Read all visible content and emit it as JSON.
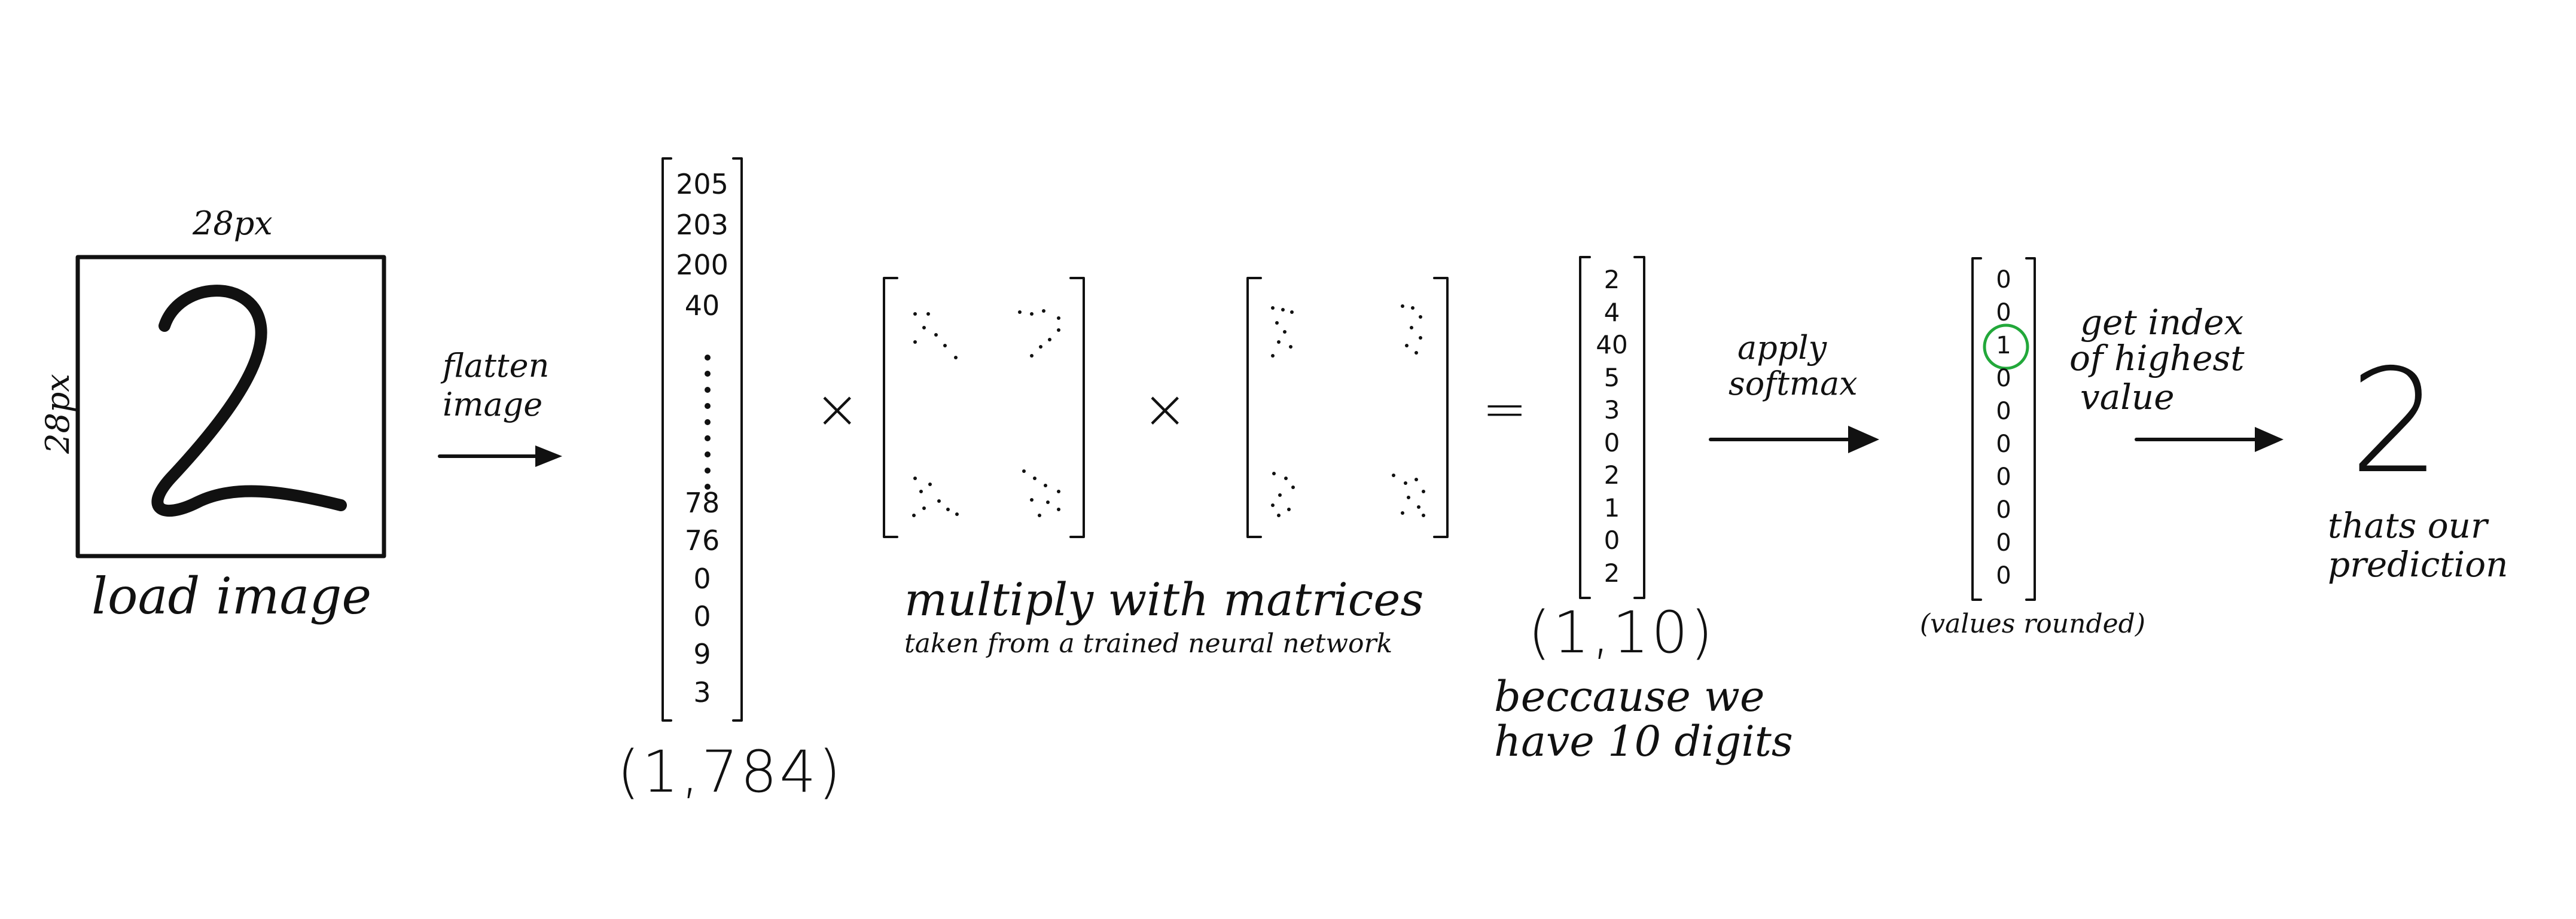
{
  "image": {
    "width_label": "28px",
    "height_label": "28px",
    "digit": "2",
    "caption": "load image"
  },
  "flatten": {
    "label_line1": "flatten",
    "label_line2": "image"
  },
  "input_vector": {
    "top_values": [
      "205",
      "203",
      "200",
      "40"
    ],
    "bottom_values": [
      "78",
      "76",
      "0",
      "0",
      "9",
      "3"
    ],
    "shape": "(1,784)"
  },
  "operators": {
    "times_1": "×",
    "times_2": "×",
    "equals": "="
  },
  "matrices": {
    "caption": "multiply with matrices",
    "subcaption": "taken from a trained neural network"
  },
  "logits": {
    "values": [
      "2",
      "4",
      "40",
      "5",
      "3",
      "0",
      "2",
      "1",
      "0",
      "2"
    ],
    "shape": "(1,10)",
    "note_line1": "beccause we",
    "note_line2": "have 10 digits"
  },
  "softmax": {
    "label_line1": "apply",
    "label_line2": "softmax"
  },
  "probabilities": {
    "values": [
      "0",
      "0",
      "1",
      "0",
      "0",
      "0",
      "0",
      "0",
      "0",
      "0"
    ],
    "highlight_index": 2,
    "highlight_color": "#22a83a",
    "note": "(values rounded)"
  },
  "argmax": {
    "label_line1": "get index",
    "label_line2": "of highest",
    "label_line3": "value"
  },
  "prediction": {
    "digit": "2",
    "caption_line1": "thats our",
    "caption_line2": "prediction"
  }
}
